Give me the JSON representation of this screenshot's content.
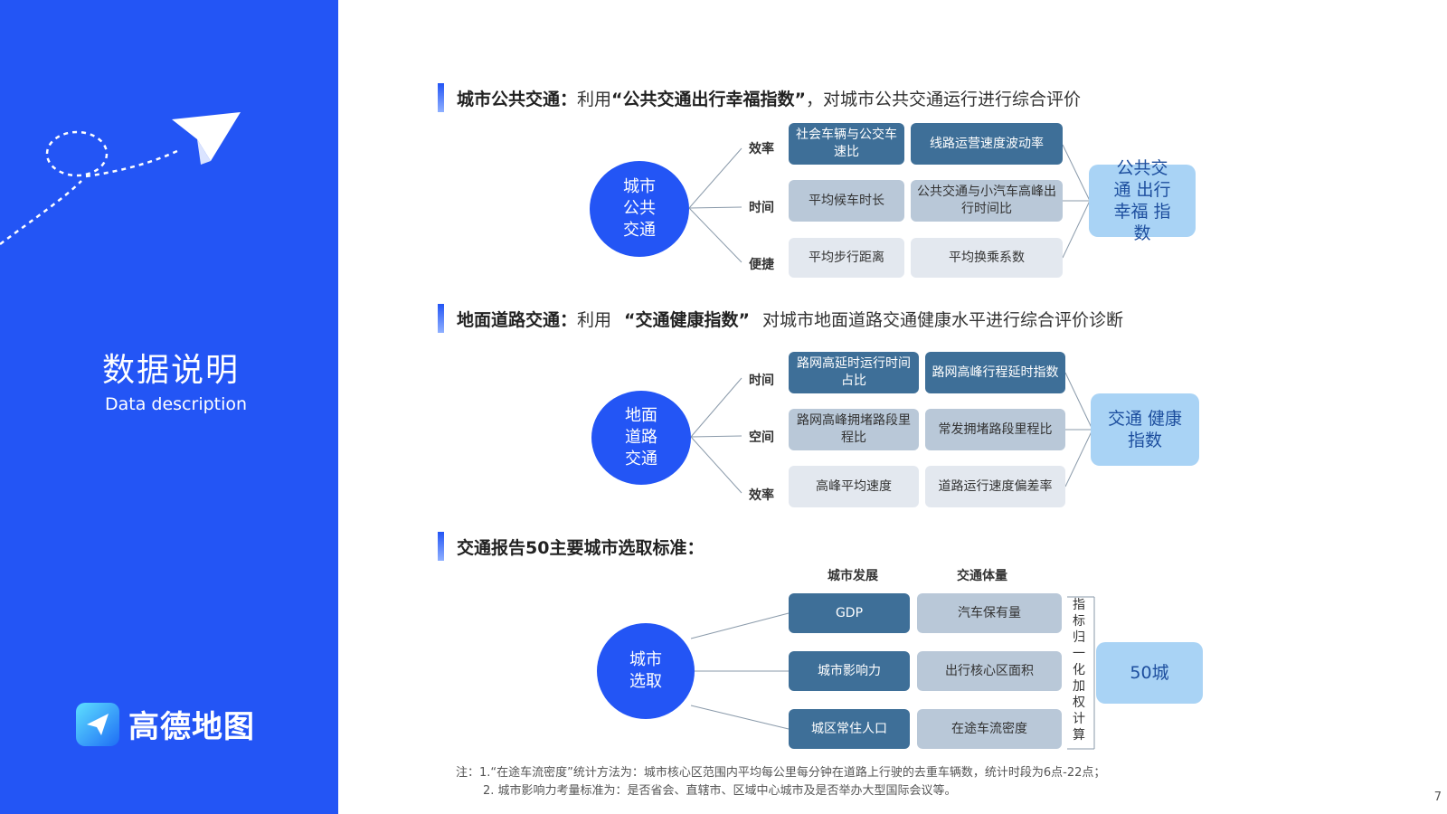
{
  "sidebar": {
    "title": "数据说明",
    "subtitle": "Data description",
    "logo_text": "高德地图"
  },
  "section1": {
    "head_bold": "城市公共交通：",
    "head_pre": "利用",
    "head_quote": "“公共交通出行幸福指数”",
    "head_post": "，对城市公共交通运行进行综合评价",
    "circle": "城市 公共 交通",
    "dims": [
      "效率",
      "时间",
      "便捷"
    ],
    "rows": [
      [
        "社会车辆与公交车速比",
        "线路运营速度波动率"
      ],
      [
        "平均候车时长",
        "公共交通与小汽车高峰出行时间比"
      ],
      [
        "平均步行距离",
        "平均换乘系数"
      ]
    ],
    "result": "公共交通 出行幸福 指数"
  },
  "section2": {
    "head_bold": "地面道路交通：",
    "head_pre": "利用",
    "head_quote": "“交通健康指数”",
    "head_post": "对城市地面道路交通健康水平进行综合评价诊断",
    "circle": "地面 道路 交通",
    "dims": [
      "时间",
      "空间",
      "效率"
    ],
    "rows": [
      [
        "路网高延时运行时间占比",
        "路网高峰行程延时指数"
      ],
      [
        "路网高峰拥堵路段里程比",
        "常发拥堵路段里程比"
      ],
      [
        "高峰平均速度",
        "道路运行速度偏差率"
      ]
    ],
    "result": "交通 健康指数"
  },
  "section3": {
    "head_bold": "交通报告50主要城市选取标准：",
    "circle": "城市 选取",
    "col_heads": [
      "城市发展",
      "交通体量"
    ],
    "rows": [
      [
        "GDP",
        "汽车保有量"
      ],
      [
        "城市影响力",
        "出行核心区面积"
      ],
      [
        "城区常住人口",
        "在途车流密度"
      ]
    ],
    "vertical_text": "指标归一化加权计算",
    "result": "50城"
  },
  "notes": [
    "注：1.“在途车流密度”统计方法为：城市核心区范围内平均每公里每分钟在道路上行驶的去重车辆数，统计时段为6点-22点；",
    "2. 城市影响力考量标准为：是否省会、直辖市、区域中心城市及是否举办大型国际会议等。"
  ],
  "page_number": "7"
}
